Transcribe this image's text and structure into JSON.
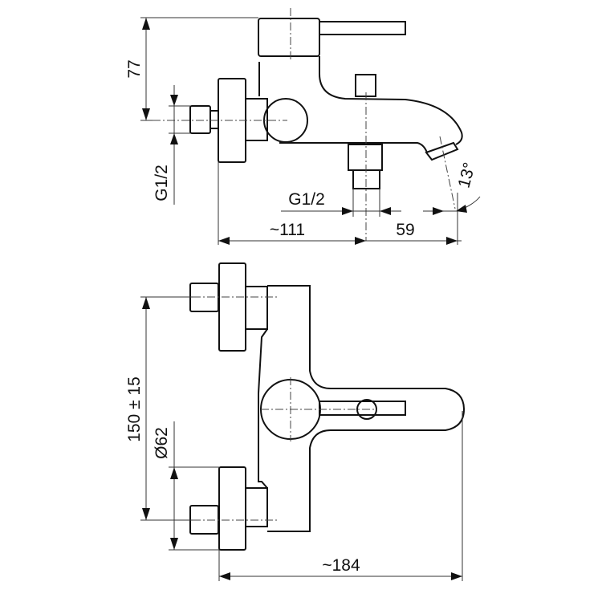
{
  "drawing": {
    "side_view": {
      "height_dim": "77",
      "inlet_thread_left": "G1/2",
      "outlet_thread_bottom": "G1/2",
      "projection_dim": "~111",
      "spout_dim": "59",
      "spout_angle": "13°"
    },
    "front_view": {
      "center_distance_dim": "150 ± 15",
      "flange_diameter_dim": "Ø62",
      "total_width_dim": "~184"
    }
  }
}
